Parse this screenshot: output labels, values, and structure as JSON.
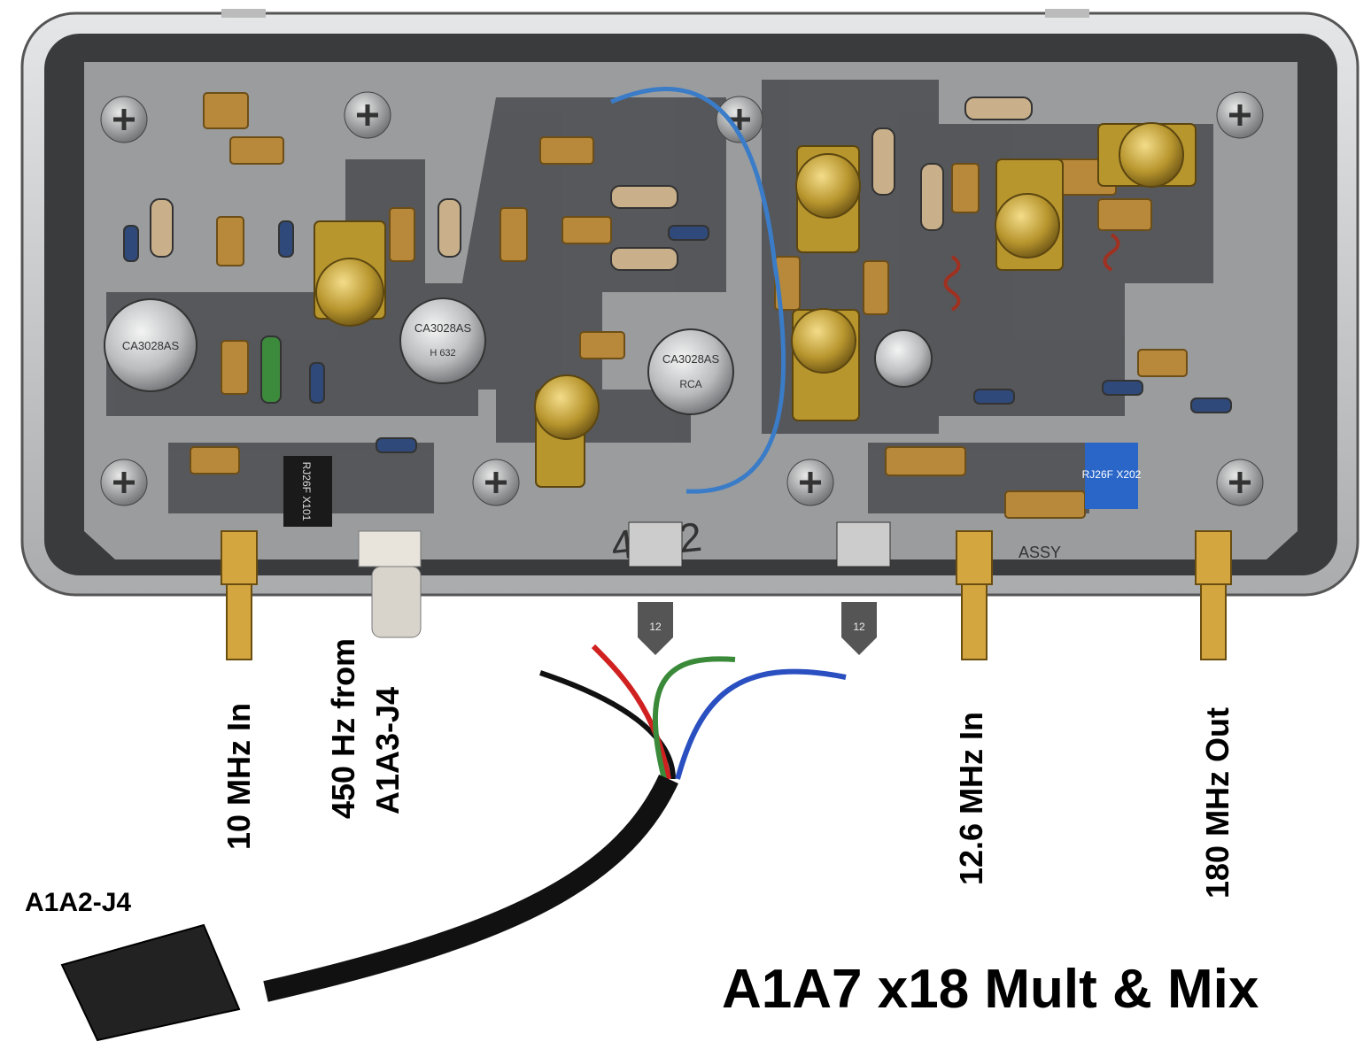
{
  "title": "A1A7 x18 Mult & Mix",
  "labels": {
    "in_10mhz": "10 MHz In",
    "hz450_line1": "450 Hz from",
    "hz450_line2": "A1A3-J4",
    "in_12_6mhz": "12.6 MHz In",
    "out_180mhz": "180 MHz Out",
    "cable_connector": "A1A2-J4"
  },
  "board_markings": {
    "ic": "CA3028AS",
    "ic_maker": "RCA",
    "ic_date": "H 632",
    "trimpot_1": "RJ26F X101",
    "trimpot_2": "RJ26F X202",
    "serial": "4402",
    "assy": "ASSY",
    "diode": "12"
  },
  "colors": {
    "enclosure": "#c9cacc",
    "board": "#9a9c9e",
    "gold": "#b8962e",
    "capacitor": "#b8893a"
  }
}
